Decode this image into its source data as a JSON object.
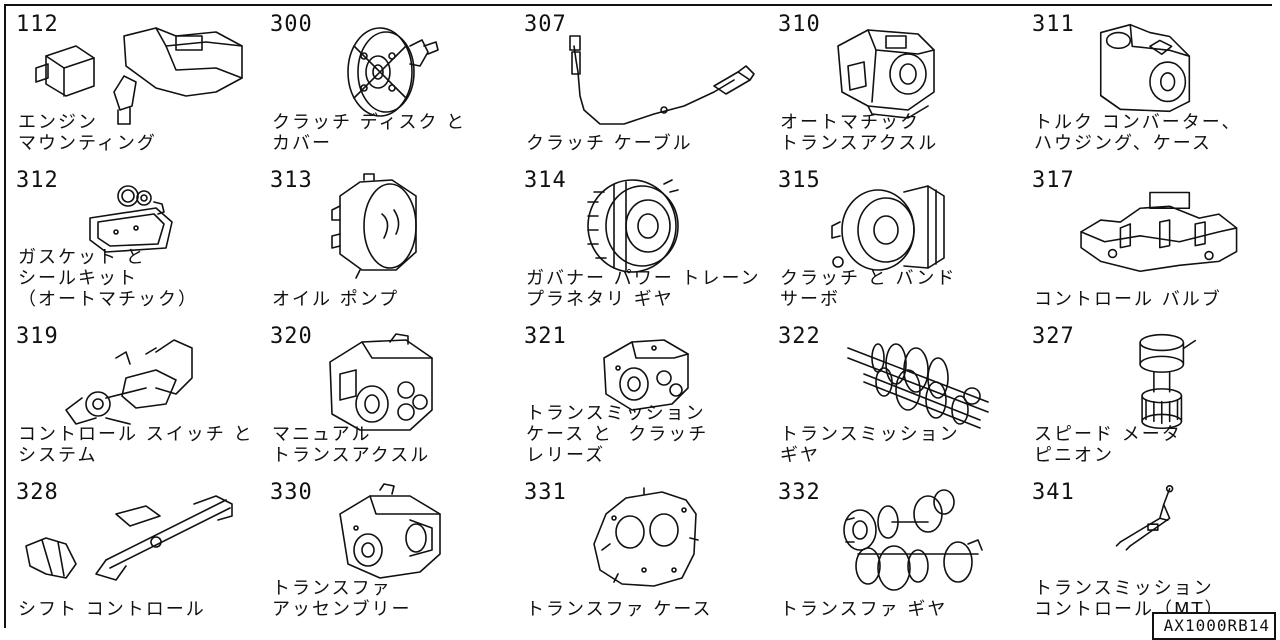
{
  "parts": [
    {
      "code": "112",
      "lines": [
        "エンジン",
        "マウンティング"
      ],
      "icon": "engine-mount-icon"
    },
    {
      "code": "300",
      "lines": [
        "クラッチ ディスク と",
        "カバー"
      ],
      "icon": "clutch-disc-icon"
    },
    {
      "code": "307",
      "lines": [
        "クラッチ ケーブル"
      ],
      "icon": "clutch-cable-icon"
    },
    {
      "code": "310",
      "lines": [
        "オートマチック",
        "トランスアクスル"
      ],
      "icon": "automatic-transaxle-icon"
    },
    {
      "code": "311",
      "lines": [
        "トルク コンバーター、",
        "ハウジング、ケース"
      ],
      "icon": "torque-converter-icon"
    },
    {
      "code": "312",
      "lines": [
        "ガスケット と",
        "シールキット",
        "（オートマチック）"
      ],
      "icon": "gasket-kit-icon"
    },
    {
      "code": "313",
      "lines": [
        "オイル ポンプ"
      ],
      "icon": "oil-pump-icon"
    },
    {
      "code": "314",
      "lines": [
        "ガバナー パワー トレーン",
        "プラネタリ ギヤ"
      ],
      "icon": "planetary-gear-icon"
    },
    {
      "code": "315",
      "lines": [
        "クラッチ と バンド",
        "サーボ"
      ],
      "icon": "clutch-band-servo-icon"
    },
    {
      "code": "317",
      "lines": [
        "コントロール バルブ"
      ],
      "icon": "control-valve-icon"
    },
    {
      "code": "319",
      "lines": [
        "コントロール スイッチ と",
        "システム"
      ],
      "icon": "control-switch-icon"
    },
    {
      "code": "320",
      "lines": [
        "マニュアル",
        "トランスアクスル"
      ],
      "icon": "manual-transaxle-icon"
    },
    {
      "code": "321",
      "lines": [
        "トランスミッション",
        "ケース と  クラッチ",
        "レリーズ"
      ],
      "icon": "transmission-case-icon"
    },
    {
      "code": "322",
      "lines": [
        "トランスミッション",
        "ギヤ"
      ],
      "icon": "transmission-gear-icon"
    },
    {
      "code": "327",
      "lines": [
        "スピード メータ",
        "ピニオン"
      ],
      "icon": "speedometer-pinion-icon"
    },
    {
      "code": "328",
      "lines": [
        "シフト コントロール"
      ],
      "icon": "shift-control-icon"
    },
    {
      "code": "330",
      "lines": [
        "トランスファ",
        "アッセンブリー"
      ],
      "icon": "transfer-assembly-icon"
    },
    {
      "code": "331",
      "lines": [
        "トランスファ ケース"
      ],
      "icon": "transfer-case-icon"
    },
    {
      "code": "332",
      "lines": [
        "トランスファ ギヤ"
      ],
      "icon": "transfer-gear-icon"
    },
    {
      "code": "341",
      "lines": [
        "トランスミッション",
        "コントロール（MT）"
      ],
      "icon": "transmission-control-mt-icon"
    }
  ],
  "footer": {
    "drawing_code": "AX1000RB14"
  }
}
